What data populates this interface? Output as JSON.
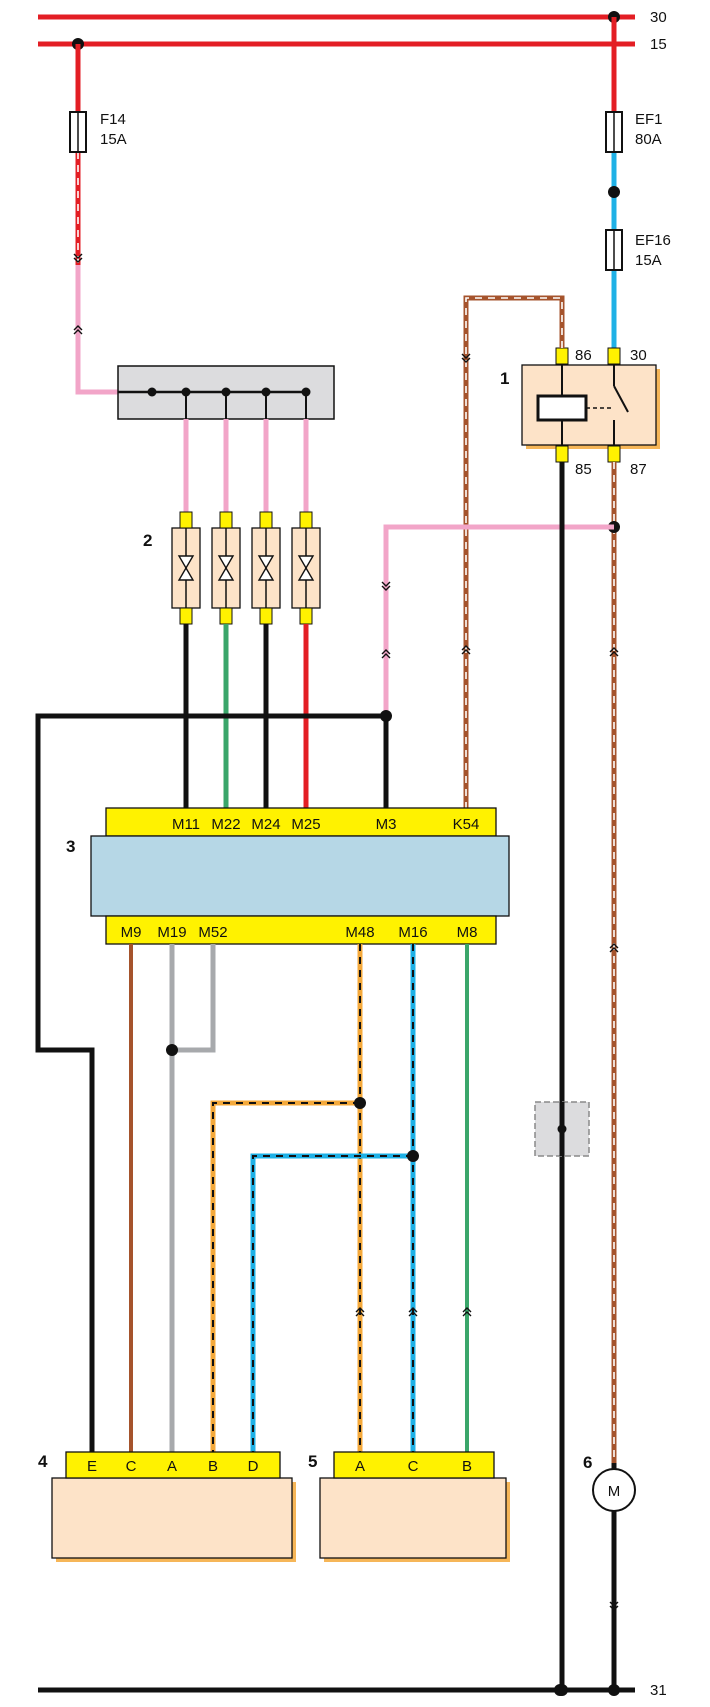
{
  "bus": {
    "b30": "30",
    "b15": "15",
    "b31": "31"
  },
  "fuses": {
    "f14": {
      "name": "F14",
      "rating": "15A"
    },
    "ef1": {
      "name": "EF1",
      "rating": "80A"
    },
    "ef16": {
      "name": "EF16",
      "rating": "15A"
    }
  },
  "relay": {
    "number": "1",
    "pin86": "86",
    "pin30": "30",
    "pin85": "85",
    "pin87": "87"
  },
  "diodes": {
    "number": "2"
  },
  "module": {
    "number": "3",
    "top_pins": [
      "M11",
      "M22",
      "M24",
      "M25",
      "M3",
      "K54"
    ],
    "bottom_pins": [
      "M9",
      "M19",
      "M52",
      "M48",
      "M16",
      "M8"
    ]
  },
  "component4": {
    "number": "4",
    "pins": [
      "E",
      "C",
      "A",
      "B",
      "D"
    ]
  },
  "component5": {
    "number": "5",
    "pins": [
      "A",
      "C",
      "B"
    ]
  },
  "motor": {
    "number": "6",
    "symbol": "M"
  },
  "colors": {
    "red": "#e31e24",
    "blue": "#1fb1e6",
    "pink": "#f2a5c8",
    "brown": "#a5532c",
    "black": "#111111",
    "green": "#3aa66a",
    "grey": "#a7a9ac",
    "orange": "#f4a93b",
    "yellow": "#fff200",
    "peach": "#fde3c8",
    "lightblue": "#b6d7e6",
    "boxgrey": "#dcdcde"
  }
}
